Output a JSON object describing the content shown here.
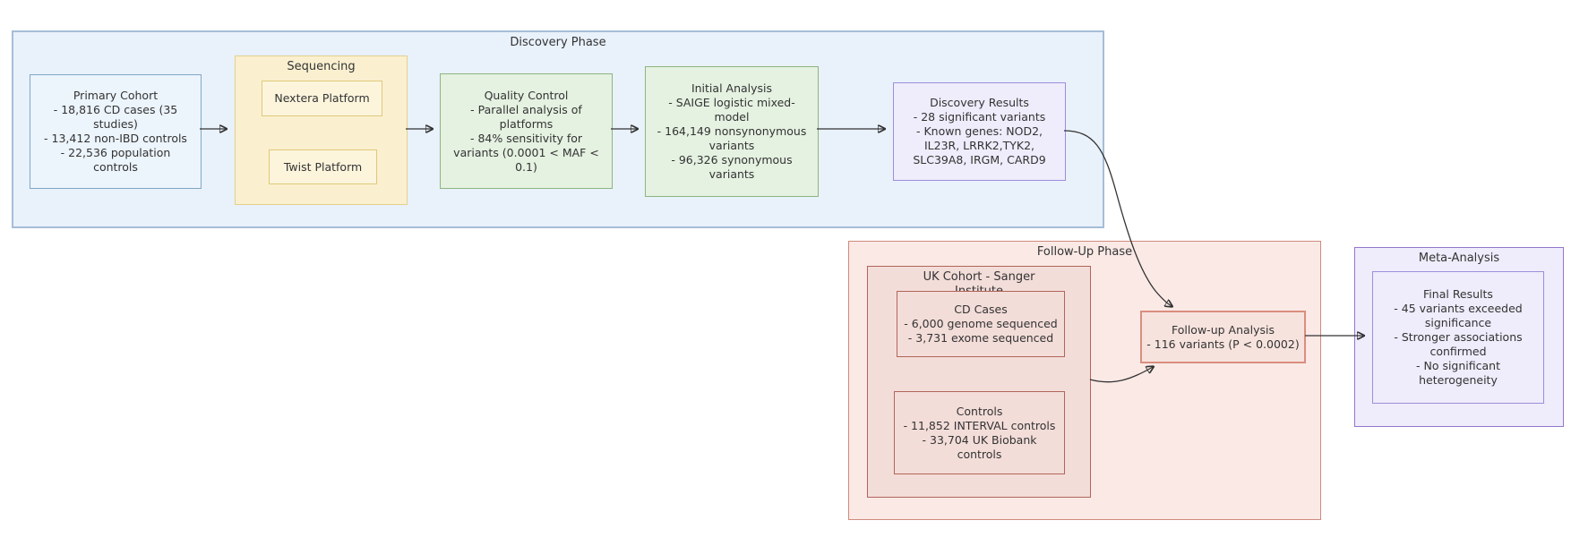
{
  "palette": {
    "text": "#333333",
    "arrow": "#333333",
    "discovery_container_fill": "#E9F1FB",
    "discovery_container_border": "#A6BDD7",
    "blue_node_fill": "#ECF4FC",
    "blue_node_border": "#7FA7C7",
    "sequencing_fill": "#FAF0D0",
    "sequencing_border": "#E4CF8C",
    "yellow_node_fill": "#FCF5DC",
    "yellow_node_border": "#E0C878",
    "green_node_fill": "#E5F1E1",
    "green_node_border": "#8CB580",
    "purple_node_fill": "#EFECFB",
    "purple_node_border": "#9D8EDB",
    "meta_container_border": "#9377CC",
    "followup_container_fill": "#FAE9E5",
    "followup_container_border": "#D08B7E",
    "uk_fill": "#F3DDD9",
    "uk_border": "#B1655B",
    "salmon_node_fill": "#F7E3DE",
    "salmon_node_border": "#D98E80"
  },
  "containers": {
    "discovery_phase": {
      "title": "Discovery Phase"
    },
    "sequencing": {
      "title": "Sequencing"
    },
    "follow_up_phase": {
      "title": "Follow-Up Phase"
    },
    "uk_cohort": {
      "title_lines": [
        "UK Cohort - Sanger",
        "Institute"
      ]
    },
    "meta_analysis": {
      "title": "Meta-Analysis"
    }
  },
  "nodes": {
    "primary_cohort": {
      "lines": [
        "Primary Cohort",
        "- 18,816 CD cases (35",
        "studies)",
        "- 13,412 non-IBD controls",
        "- 22,536 population",
        "controls"
      ]
    },
    "nextera": {
      "lines": [
        "Nextera Platform"
      ]
    },
    "twist": {
      "lines": [
        "Twist Platform"
      ]
    },
    "quality_control": {
      "lines": [
        "Quality Control",
        "- Parallel analysis of",
        "platforms",
        "- 84% sensitivity for",
        "variants (0.0001 < MAF <",
        "0.1)"
      ]
    },
    "initial_analysis": {
      "lines": [
        "Initial Analysis",
        "- SAIGE logistic mixed-",
        "model",
        "- 164,149 nonsynonymous",
        "variants",
        "- 96,326 synonymous",
        "variants"
      ]
    },
    "discovery_results": {
      "lines": [
        "Discovery Results",
        "- 28 significant variants",
        "- Known genes: NOD2,",
        "IL23R, LRRK2,TYK2,",
        "SLC39A8, IRGM, CARD9"
      ]
    },
    "cd_cases": {
      "lines": [
        "CD Cases",
        "- 6,000 genome sequenced",
        "- 3,731 exome sequenced"
      ]
    },
    "controls": {
      "lines": [
        "Controls",
        "- 11,852 INTERVAL controls",
        "- 33,704 UK Biobank",
        "controls"
      ]
    },
    "followup_analysis": {
      "lines": [
        "Follow-up Analysis",
        "- 116 variants (P < 0.0002)"
      ]
    },
    "final_results": {
      "lines": [
        "Final Results",
        "- 45 variants exceeded",
        "significance",
        "- Stronger associations",
        "confirmed",
        "- No significant",
        "heterogeneity"
      ]
    }
  }
}
